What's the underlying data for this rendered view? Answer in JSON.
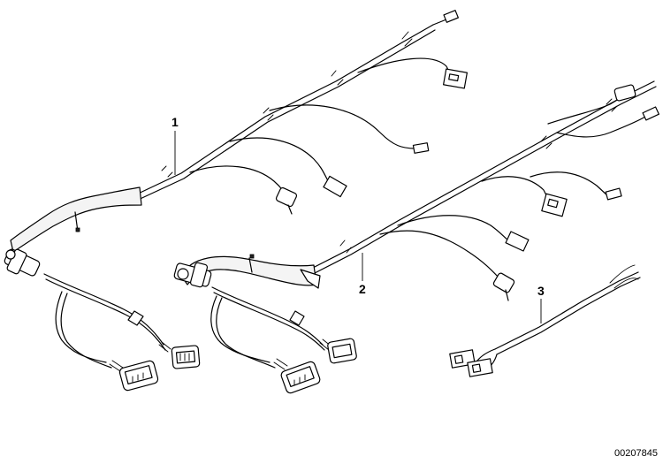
{
  "callouts": [
    {
      "id": "1",
      "label": "1"
    },
    {
      "id": "2",
      "label": "2"
    },
    {
      "id": "3",
      "label": "3"
    }
  ],
  "document_number": "00207845"
}
